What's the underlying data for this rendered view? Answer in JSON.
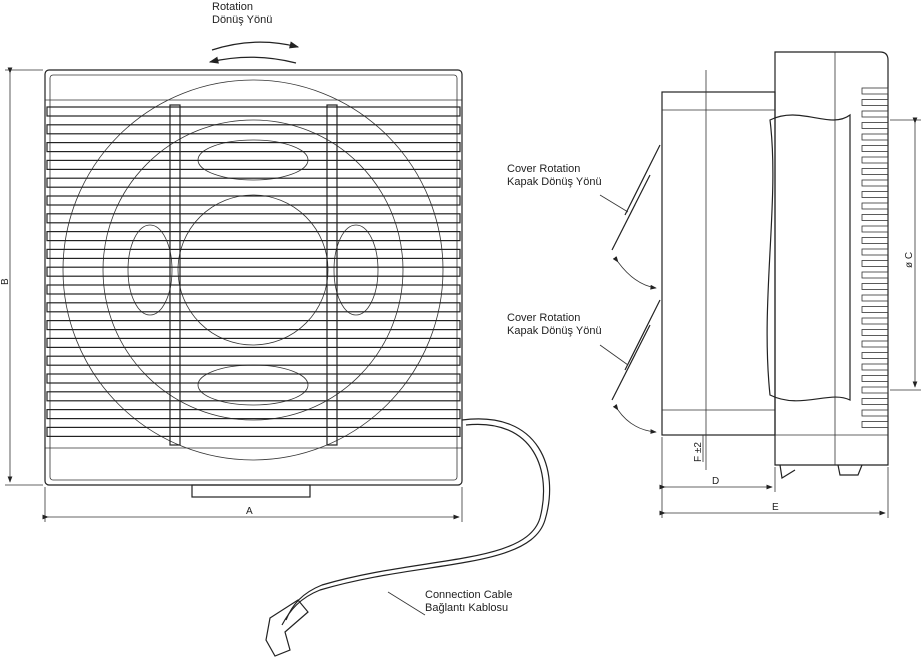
{
  "title": "Window fan technical dimension drawing",
  "labels": {
    "rotation_en": "Rotation",
    "rotation_tr": "Dönüş Yönü",
    "cover_rotation_1_en": "Cover Rotation",
    "cover_rotation_1_tr": "Kapak Dönüş Yönü",
    "cover_rotation_2_en": "Cover Rotation",
    "cover_rotation_2_tr": "Kapak Dönüş Yönü",
    "cable_en": "Connection Cable",
    "cable_tr": "Bağlantı Kablosu"
  },
  "dimensions": {
    "width": "A",
    "height": "B",
    "diameter": "ø C",
    "depth_body": "D",
    "depth_total": "E",
    "offset": "F ±2"
  },
  "colors": {
    "line": "#222222",
    "background": "#ffffff"
  }
}
